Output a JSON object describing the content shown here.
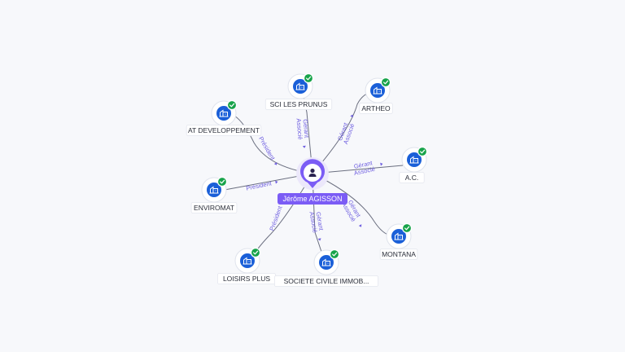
{
  "center": {
    "name": "Jérôme AGISSON",
    "icon": "person-icon"
  },
  "companies": [
    {
      "id": "sci-les-prunus",
      "name": "SCI LES PRUNUS",
      "icon": "building-icon",
      "verified": true,
      "relation": [
        "Gérant",
        "Associé"
      ]
    },
    {
      "id": "artheo",
      "name": "ARTHEO",
      "icon": "building-icon",
      "verified": true,
      "relation": [
        "Gérant",
        "Associé"
      ]
    },
    {
      "id": "at-developpement",
      "name": "AT DEVELOPPEMENT",
      "icon": "building-icon",
      "verified": true,
      "relation": [
        "Président"
      ]
    },
    {
      "id": "ac",
      "name": "A.C.",
      "icon": "building-icon",
      "verified": true,
      "relation": [
        "Gérant",
        "Associé"
      ]
    },
    {
      "id": "enviromat",
      "name": "ENVIROMAT",
      "icon": "building-icon",
      "verified": true,
      "relation": [
        "Président"
      ]
    },
    {
      "id": "montana",
      "name": "MONTANA",
      "icon": "building-icon",
      "verified": true,
      "relation": [
        "Gérant",
        "Associé"
      ]
    },
    {
      "id": "loisirs-plus",
      "name": "LOISIRS PLUS",
      "icon": "building-icon",
      "verified": true,
      "relation": [
        "Président"
      ]
    },
    {
      "id": "societe-civile",
      "name": "SOCIETE CIVILE IMMOB...",
      "icon": "building-icon",
      "verified": true,
      "relation": [
        "Gérant",
        "Associé"
      ]
    }
  ],
  "colors": {
    "accent": "#7b5cf5",
    "node": "#1a5fd8",
    "verified": "#17a34a",
    "edge_label": "#6f5fe0"
  }
}
